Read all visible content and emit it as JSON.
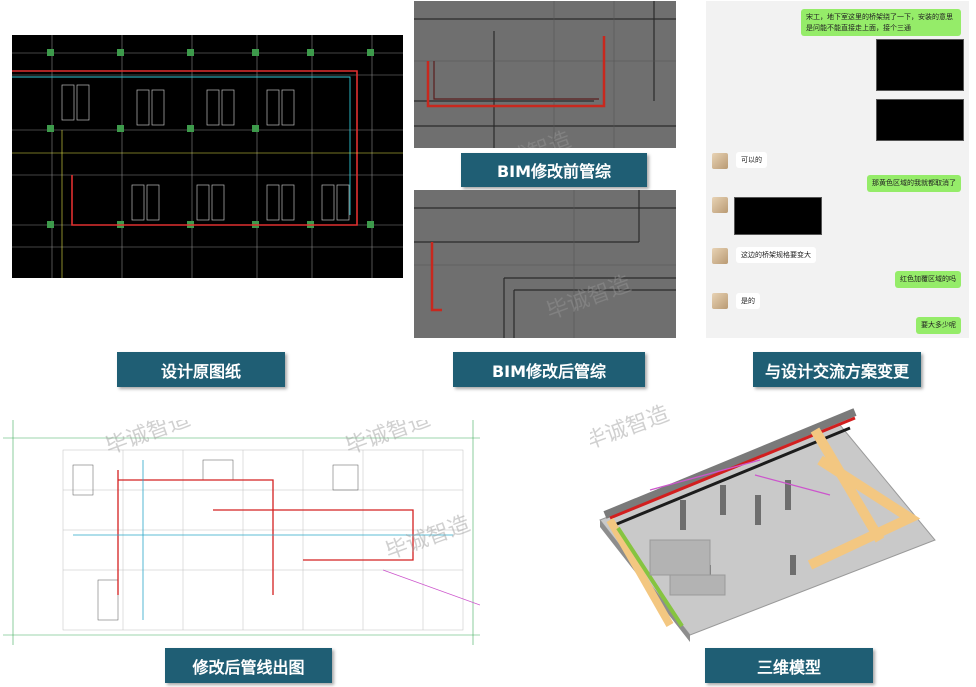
{
  "labels": {
    "design_drawing": "设计原图纸",
    "bim_before": "BIM修改前管综",
    "bim_after": "BIM修改后管综",
    "design_communication": "与设计交流方案变更",
    "revised_output": "修改后管线出图",
    "model_3d": "三维模型"
  },
  "watermark": "毕诚智造",
  "chat": {
    "messages": [
      {
        "side": "right",
        "text": "宋工，地下室这里的桥架绕了一下，安装的意思是问能不能直接走上面，接个三通"
      },
      {
        "side": "left",
        "text": "可以的"
      },
      {
        "side": "right",
        "text": "那黄色区域的我就都取消了"
      },
      {
        "side": "left",
        "text": "这边的桥架规格要变大"
      },
      {
        "side": "right",
        "text": "红色加覆区域的吗"
      },
      {
        "side": "left",
        "text": "是的"
      },
      {
        "side": "right",
        "text": "要大多少呢"
      }
    ]
  },
  "colors": {
    "label_bg": "#1f5e74",
    "cad_bg": "#000000",
    "bim_bg": "#6f6f6f",
    "chat_bg": "#f2f2f2",
    "chat_bubble_right": "#95ec69",
    "pipe_red": "#d21f1f",
    "tray_yellow": "#f3c781"
  }
}
